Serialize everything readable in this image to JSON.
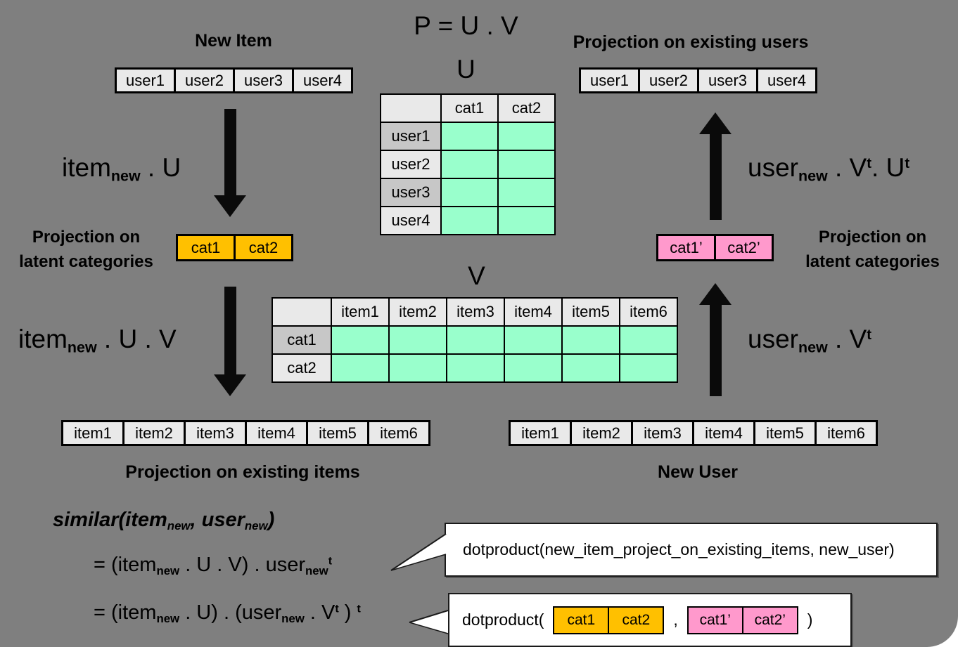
{
  "colors": {
    "background": "#7f7f7f",
    "cell_gray": "#e9e9e9",
    "cell_gray_dark": "#c7c7c7",
    "cell_green": "#99ffcc",
    "cell_orange": "#ffc000",
    "cell_pink": "#ff99cc",
    "arrow_black": "#0a0a0a",
    "callout_bg": "#ffffff"
  },
  "center": {
    "formula_p": "P = U . V",
    "u_matrix": {
      "label": "U",
      "col_headers": [
        "cat1",
        "cat2"
      ],
      "row_headers": [
        "user1",
        "user2",
        "user3",
        "user4"
      ]
    },
    "v_matrix": {
      "label": "V",
      "col_headers": [
        "item1",
        "item2",
        "item3",
        "item4",
        "item5",
        "item6"
      ],
      "row_headers": [
        "cat1",
        "cat2"
      ]
    }
  },
  "left_flow": {
    "new_item_title": "New Item",
    "new_item_cells": [
      "user1",
      "user2",
      "user3",
      "user4"
    ],
    "formula_item_u": [
      {
        "t": "txt",
        "v": "item"
      },
      {
        "t": "sub",
        "v": "new"
      },
      {
        "t": "txt",
        "v": " . U"
      }
    ],
    "projection_latent_line1": "Projection on",
    "projection_latent_line2": "latent categories",
    "latent_cells": [
      "cat1",
      "cat2"
    ],
    "formula_item_u_v": [
      {
        "t": "txt",
        "v": "item"
      },
      {
        "t": "sub",
        "v": "new"
      },
      {
        "t": "txt",
        "v": " . U . V"
      }
    ],
    "item_cells": [
      "item1",
      "item2",
      "item3",
      "item4",
      "item5",
      "item6"
    ],
    "projection_items_label": "Projection on existing items"
  },
  "right_flow": {
    "projection_users_title": "Projection on existing users",
    "user_cells": [
      "user1",
      "user2",
      "user3",
      "user4"
    ],
    "formula_user_vt_ut": [
      {
        "t": "txt",
        "v": "user"
      },
      {
        "t": "sub",
        "v": "new"
      },
      {
        "t": "txt",
        "v": " . V"
      },
      {
        "t": "sup",
        "v": "t"
      },
      {
        "t": "txt",
        "v": ". U"
      },
      {
        "t": "sup",
        "v": "t"
      }
    ],
    "latent_cells": [
      "cat1’",
      "cat2’"
    ],
    "projection_latent_line1": "Projection on",
    "projection_latent_line2": "latent categories",
    "formula_user_vt": [
      {
        "t": "txt",
        "v": "user"
      },
      {
        "t": "sub",
        "v": "new"
      },
      {
        "t": "txt",
        "v": " . V"
      },
      {
        "t": "sup",
        "v": "t"
      }
    ],
    "item_cells": [
      "item1",
      "item2",
      "item3",
      "item4",
      "item5",
      "item6"
    ],
    "new_user_label": "New User"
  },
  "equations": {
    "similar_title": [
      {
        "t": "txt",
        "v": "similar(item"
      },
      {
        "t": "sub",
        "v": "new"
      },
      {
        "t": "txt",
        "v": ", user"
      },
      {
        "t": "sub",
        "v": "new"
      },
      {
        "t": "txt",
        "v": ")"
      }
    ],
    "eq1": [
      {
        "t": "txt",
        "v": "= (item"
      },
      {
        "t": "sub",
        "v": "new"
      },
      {
        "t": "txt",
        "v": " . U . V) . user"
      },
      {
        "t": "sub",
        "v": "new"
      },
      {
        "t": "sup",
        "v": "t"
      }
    ],
    "eq2": [
      {
        "t": "txt",
        "v": "= (item"
      },
      {
        "t": "sub",
        "v": "new"
      },
      {
        "t": "txt",
        "v": " . U) . (user"
      },
      {
        "t": "sub",
        "v": "new"
      },
      {
        "t": "txt",
        "v": " . V"
      },
      {
        "t": "sup",
        "v": "t"
      },
      {
        "t": "txt",
        "v": " ) "
      },
      {
        "t": "sup",
        "v": "t"
      }
    ]
  },
  "callouts": {
    "callout1_text": "dotproduct(new_item_project_on_existing_items, new_user)",
    "callout2_prefix": "dotproduct(",
    "callout2_orange_cells": [
      "cat1",
      "cat2"
    ],
    "callout2_comma": ",",
    "callout2_pink_cells": [
      "cat1’",
      "cat2’"
    ],
    "callout2_suffix": ")"
  }
}
